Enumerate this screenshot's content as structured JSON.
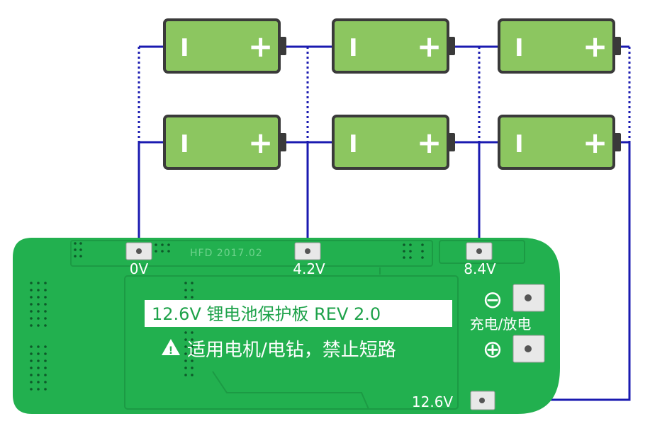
{
  "colors": {
    "battery_fill": "#8cc660",
    "battery_border": "#3a3a3a",
    "wire": "#1a1ab0",
    "pcb": "#22b04f",
    "pcb_dark": "#1c9a44",
    "label_bg": "#ffffff"
  },
  "battery": {
    "neg_symbol": "I",
    "pos_symbol": "+"
  },
  "pads": {
    "p0": "0V",
    "p1": "4.2V",
    "p2": "8.4V",
    "p3": "12.6V"
  },
  "board": {
    "silk_text": "HFD 2017.02",
    "title": "12.6V 锂电池保护板 REV 2.0",
    "warning": "适用电机/电钻，禁止短路",
    "warning_icon": "warning-triangle-icon",
    "charge_label": "充电/放电",
    "minus_symbol": "⊖",
    "plus_symbol": "⊕"
  }
}
